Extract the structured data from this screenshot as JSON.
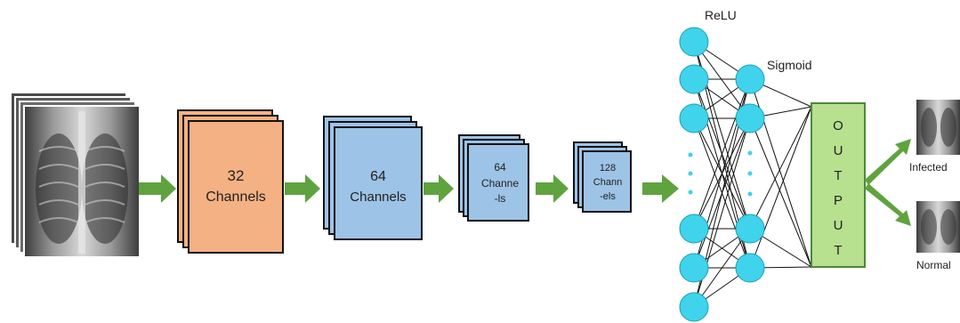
{
  "colors": {
    "arrow": "#5fa33f",
    "block_orange": "#f4b183",
    "block_blue": "#9dc3e6",
    "node": "#3fd3ec",
    "output_box": "#b7e08f",
    "output_border": "#4a8a3a"
  },
  "layers": [
    {
      "line1": "32",
      "line2": "Channels",
      "line3": ""
    },
    {
      "line1": "64",
      "line2": "Channels",
      "line3": ""
    },
    {
      "line1": "64",
      "line2": "Channe",
      "line3": "-ls"
    },
    {
      "line1": "128",
      "line2": "Chann",
      "line3": "-els"
    }
  ],
  "labels": {
    "relu": "ReLU",
    "sigmoid": "Sigmoid",
    "infected": "Infected",
    "normal": "Normal"
  },
  "output_letters": [
    "O",
    "U",
    "T",
    "P",
    "U",
    "T"
  ]
}
